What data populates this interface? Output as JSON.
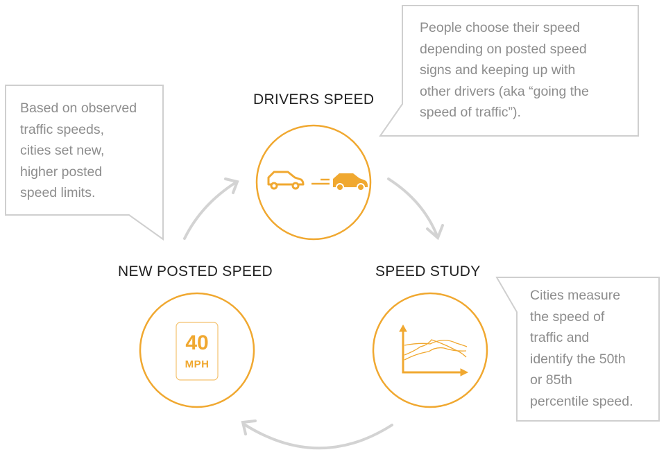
{
  "colors": {
    "accent": "#f0a830",
    "callout_border": "#cfcfcf",
    "arrow": "#d3d3d3",
    "callout_text": "#8d8d8d",
    "label_text": "#222222"
  },
  "stages": [
    {
      "id": "drivers-speed",
      "label": "DRIVERS SPEED",
      "icon": "cars-icon"
    },
    {
      "id": "speed-study",
      "label": "SPEED STUDY",
      "icon": "line-graph-icon"
    },
    {
      "id": "new-posted-speed",
      "label": "NEW POSTED SPEED",
      "icon": "speed-limit-sign-icon",
      "sign": {
        "number": "40",
        "unit": "MPH"
      }
    }
  ],
  "callouts": {
    "drivers": "People choose their speed\ndepending on posted speed\nsigns and keeping up with\nother drivers (aka “going the\nspeed of traffic”).",
    "study": "Cities measure\nthe speed of\ntraffic and\nidentify the 50th\nor 85th\npercentile speed.",
    "posted": "Based on observed\ntraffic speeds,\ncities set new,\nhigher posted\nspeed limits."
  }
}
